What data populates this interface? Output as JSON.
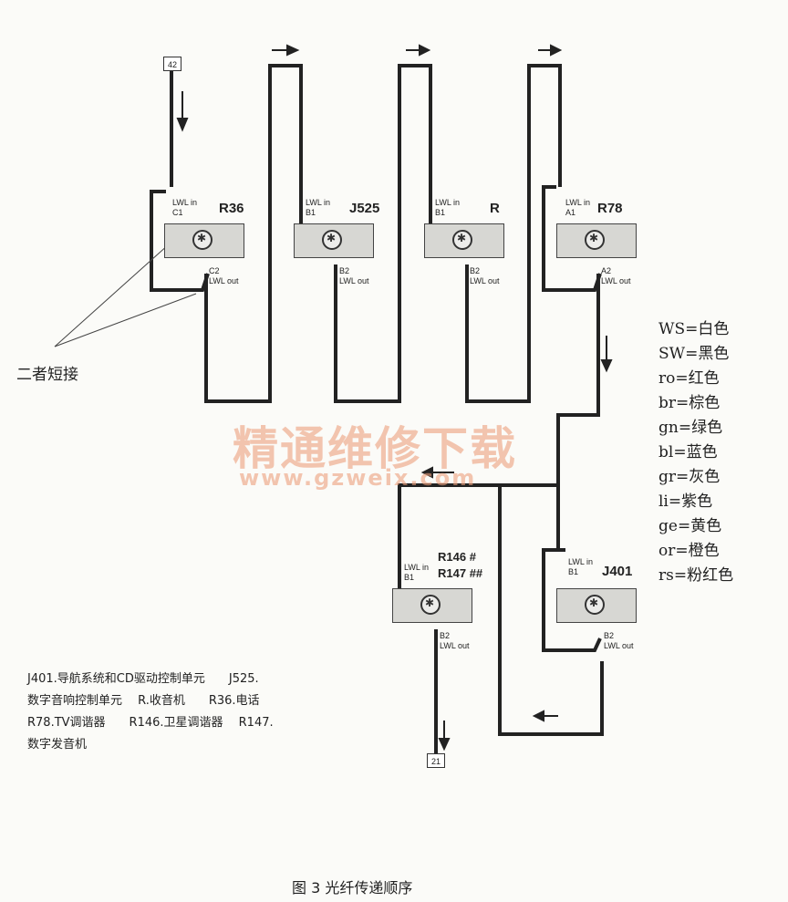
{
  "units": [
    {
      "id": "R36",
      "name": "R36",
      "in_label": "LWL in",
      "in_pin": "C1",
      "out_pin": "C2",
      "out_label": "LWL out"
    },
    {
      "id": "J525",
      "name": "J525",
      "in_label": "LWL in",
      "in_pin": "B1",
      "out_pin": "B2",
      "out_label": "LWL out"
    },
    {
      "id": "R",
      "name": "R",
      "in_label": "LWL in",
      "in_pin": "B1",
      "out_pin": "B2",
      "out_label": "LWL out"
    },
    {
      "id": "R78",
      "name": "R78",
      "in_label": "LWL in",
      "in_pin": "A1",
      "out_pin": "A2",
      "out_label": "LWL out"
    },
    {
      "id": "R146",
      "name": "R146 #",
      "name2": "R147 ##",
      "in_label": "LWL in",
      "in_pin": "B1",
      "out_pin": "B2",
      "out_label": "LWL out"
    },
    {
      "id": "J401",
      "name": "J401",
      "in_label": "LWL in",
      "in_pin": "B1",
      "out_pin": "B2",
      "out_label": "LWL out"
    }
  ],
  "top_tag": "42",
  "bottom_tag": "21",
  "short_note": "二者短接",
  "legend": [
    "WS=白色",
    "SW=黑色",
    "ro=红色",
    "br=棕色",
    "gn=绿色",
    "bl=蓝色",
    "gr=灰色",
    "li=紫色",
    "ge=黄色",
    "or=橙色",
    "rs=粉红色"
  ],
  "description": [
    "J401.导航系统和CD驱动控制单元　　J525.",
    "数字音响控制单元　 R.收音机　　R36.电话",
    "R78.TV调谐器　　R146.卫星调谐器　 R147.",
    "数字发音机"
  ],
  "watermark": "精通维修下载",
  "watermark_url": "www.gzweix.com",
  "caption": "图 3  光纤传递顺序",
  "colors": {
    "wire": "#222222",
    "unit_fill": "#d7d7d3",
    "watermark": "#eca07d"
  }
}
